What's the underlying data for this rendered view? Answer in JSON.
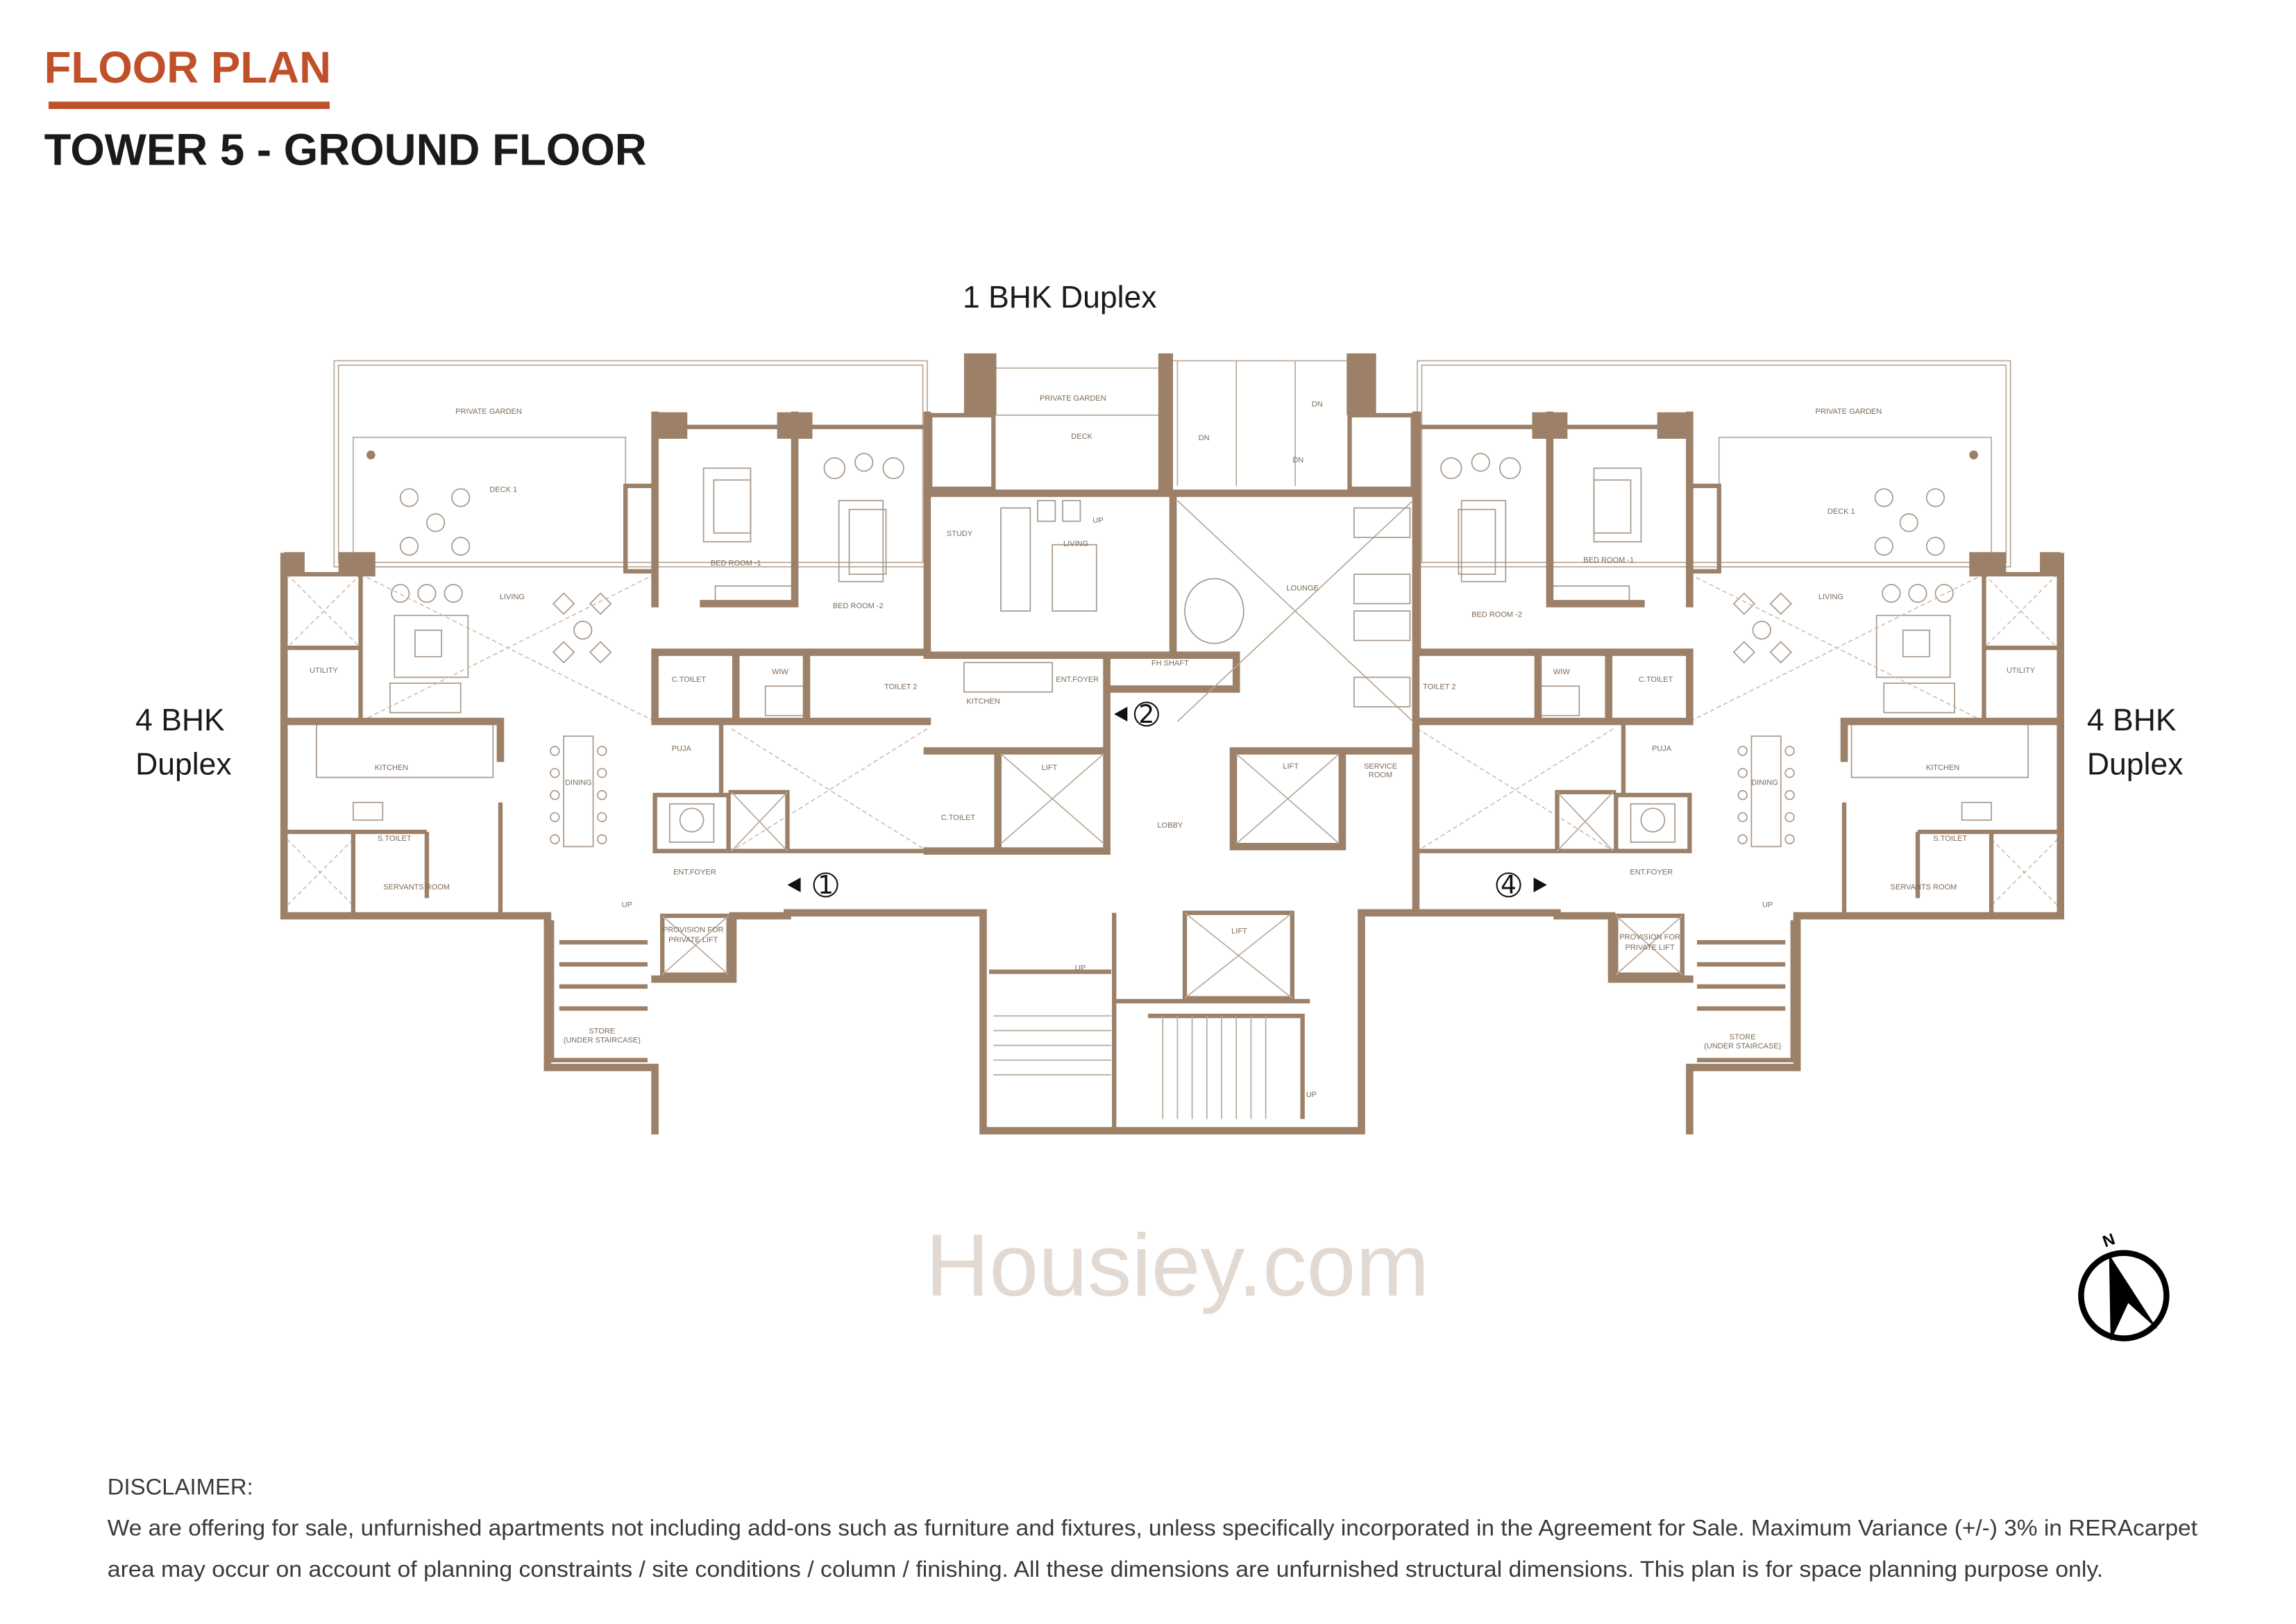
{
  "header": {
    "title": "FLOOR PLAN",
    "subtitle": "TOWER 5 - GROUND FLOOR"
  },
  "colors": {
    "accent": "#c0502a",
    "wall": "#9c8068",
    "text": "#1a1a1a"
  },
  "unit_labels": {
    "top": "1 BHK Duplex",
    "left": [
      "4 BHK",
      "Duplex"
    ],
    "right": [
      "4 BHK",
      "Duplex"
    ]
  },
  "plan": {
    "left_unit": {
      "private_garden": "PRIVATE GARDEN",
      "deck": "DECK 1",
      "bedroom_1": "BED ROOM -1",
      "bedroom_2": "BED ROOM -2",
      "living": "LIVING",
      "utility": "UTILITY",
      "c_toilet": "C.TOILET",
      "wiw": "WIW",
      "toilet_2": "TOILET 2",
      "kitchen": "KITCHEN",
      "dining": "DINING",
      "puja": "PUJA",
      "s_toilet": "S.TOILET",
      "servants_room": "SERVANTS ROOM",
      "ent_foyer": "ENT.FOYER",
      "private_lift": [
        "PROVISION FOR",
        "PRIVATE LIFT"
      ],
      "store": [
        "STORE",
        "(UNDER STAIRCASE)"
      ],
      "up": "UP"
    },
    "right_unit": {
      "private_garden": "PRIVATE GARDEN",
      "deck": "DECK 1",
      "bedroom_1": "BED ROOM -1",
      "bedroom_2": "BED ROOM -2",
      "living": "LIVING",
      "utility": "UTILITY",
      "c_toilet": "C.TOILET",
      "wiw": "WIW",
      "toilet_2": "TOILET 2",
      "kitchen": "KITCHEN",
      "dining": "DINING",
      "puja": "PUJA",
      "s_toilet": "S.TOILET",
      "servants_room": "SERVANTS ROOM",
      "ent_foyer": "ENT.FOYER",
      "private_lift": [
        "PROVISION FOR",
        "PRIVATE LIFT"
      ],
      "store": [
        "STORE",
        "(UNDER STAIRCASE)"
      ],
      "up": "UP"
    },
    "center": {
      "private_garden": "PRIVATE GARDEN",
      "deck": "DECK",
      "study": "STUDY",
      "living": "LIVING",
      "up": "UP",
      "kitchen": "KITCHEN",
      "ent_foyer": "ENT.FOYER",
      "c_toilet": "C.TOILET",
      "lift": "LIFT",
      "fh_shaft": "FH SHAFT",
      "lobby": "LOBBY",
      "lounge": "LOUNGE",
      "dn": "DN",
      "service_room": [
        "SERVICE",
        "ROOM"
      ]
    },
    "markers": [
      "1",
      "2",
      "4"
    ],
    "watermark": "Housiey.com"
  },
  "north_label": "N",
  "disclaimer": {
    "heading": "DISCLAIMER:",
    "lines": [
      "We are offering for sale, unfurnished apartments not including add-ons such as furniture and fixtures, unless specifically incorporated in the Agreement for Sale. Maximum Variance (+/-) 3% in RERAcarpet",
      "area may occur on account of planning constraints / site conditions / column / finishing. All these dimensions are unfurnished structural dimensions. This plan is for space planning purpose only."
    ]
  }
}
